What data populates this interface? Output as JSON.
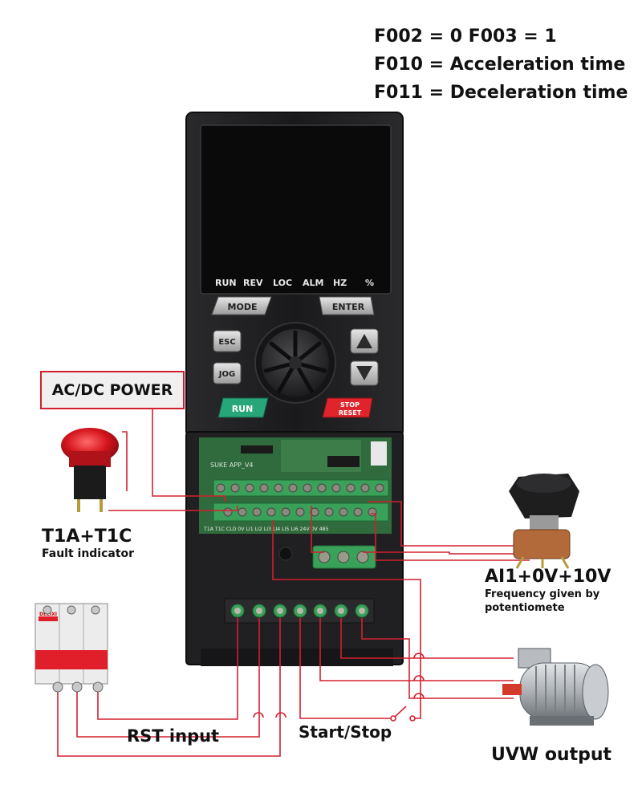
{
  "params": {
    "line1": "F002 = 0   F003 = 1",
    "line2": "F010 = Acceleration time",
    "line3": "F011 = Deceleration time"
  },
  "indicators": [
    "RUN",
    "REV",
    "LOC",
    "ALM",
    "HZ",
    "%"
  ],
  "keypad": {
    "mode": "MODE",
    "enter": "ENTER",
    "esc": "ESC",
    "jog": "JOG",
    "run": "RUN",
    "stop": "STOP",
    "reset": "RESET"
  },
  "board": {
    "silkscreen": "SUKE APP_V4",
    "terminals": "T1A T1C CLO 0V LI1 LI2 LI3 LI4 LI5 LI6 24V 0V 485"
  },
  "labels": {
    "power": "AC/DC POWER",
    "t1": "T1A+T1C",
    "fault": "Fault indicator",
    "ai": "AI1+0V+10V",
    "freq1": "Frequency given by",
    "freq2": "potentiomete",
    "rst": "RST input",
    "startstop": "Start/Stop",
    "uvw": "UVW output"
  },
  "breaker": {
    "brand": "DELIXI"
  },
  "colors": {
    "wire": "#d32030",
    "housing": "#1c1c1e",
    "run_button": "#27a67a",
    "stop_button": "#e0242c",
    "pcb": "#2f6b3c",
    "terminal": "#3aa15a"
  }
}
